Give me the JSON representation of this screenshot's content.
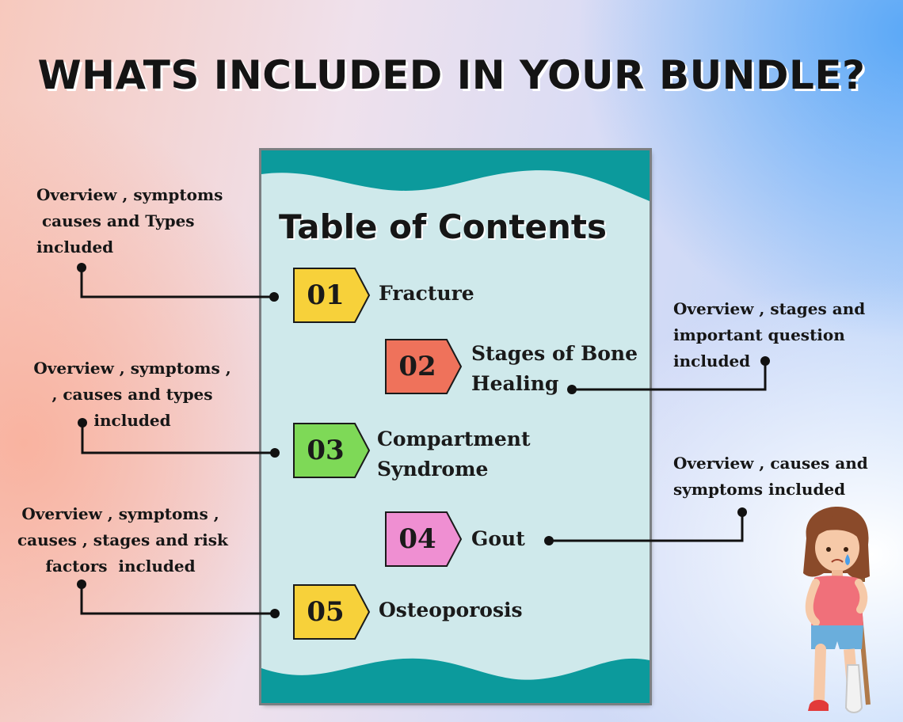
{
  "headline": "WHATS INCLUDED IN YOUR BUNDLE?",
  "toc": {
    "title": "Table of Contents",
    "items": [
      {
        "number": "01",
        "label_lines": [
          "Fracture"
        ],
        "color": "#f7d13a"
      },
      {
        "number": "02",
        "label_lines": [
          "Stages of Bone",
          "Healing"
        ],
        "color": "#ef725b"
      },
      {
        "number": "03",
        "label_lines": [
          "Compartment",
          "Syndrome"
        ],
        "color": "#7ed957"
      },
      {
        "number": "04",
        "label_lines": [
          "Gout"
        ],
        "color": "#ef8fd2"
      },
      {
        "number": "05",
        "label_lines": [
          "Osteoporosis"
        ],
        "color": "#f7d13a"
      }
    ],
    "wave_color": "#0c9a9c"
  },
  "callouts": [
    {
      "lines": [
        "Overview , symptoms",
        " causes and Types",
        "included"
      ]
    },
    {
      "lines": [
        "Overview , stages and",
        "important question",
        "included"
      ]
    },
    {
      "lines": [
        "Overview , symptoms ,",
        ", causes and types",
        "included"
      ]
    },
    {
      "lines": [
        "Overview , causes and",
        "symptoms included"
      ]
    },
    {
      "lines": [
        "Overview , symptoms ,",
        "causes , stages and risk",
        "factors  included"
      ]
    }
  ]
}
